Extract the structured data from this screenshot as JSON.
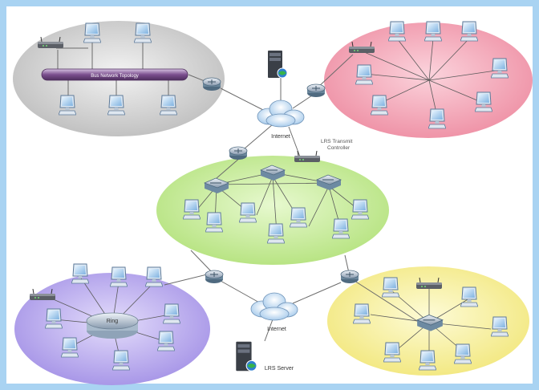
{
  "labels": {
    "bus": "Bus Network Topology",
    "internet_top": "Internet",
    "internet_bottom": "Internet",
    "controller_line1": "LRS Transmit",
    "controller_line2": "Controller",
    "ring": "Ring",
    "server": "LRS Server"
  },
  "colors": {
    "frame": "#a9d3f2",
    "bus_cloud": "#cfcfcf",
    "star_cloud": "#f2a1b2",
    "mesh_cloud": "#c6ec96",
    "ring_cloud": "#b4a6ec",
    "tree_cloud": "#f7f098",
    "bus_pipe": "#7b4f8e",
    "link": "#6b6b6b"
  },
  "icons": {
    "computer": "desktop-computer-icon",
    "router": "router-icon",
    "switch": "switch-icon",
    "hub": "wireless-hub-icon",
    "server": "server-tower-icon",
    "internet": "internet-cloud-icon"
  }
}
